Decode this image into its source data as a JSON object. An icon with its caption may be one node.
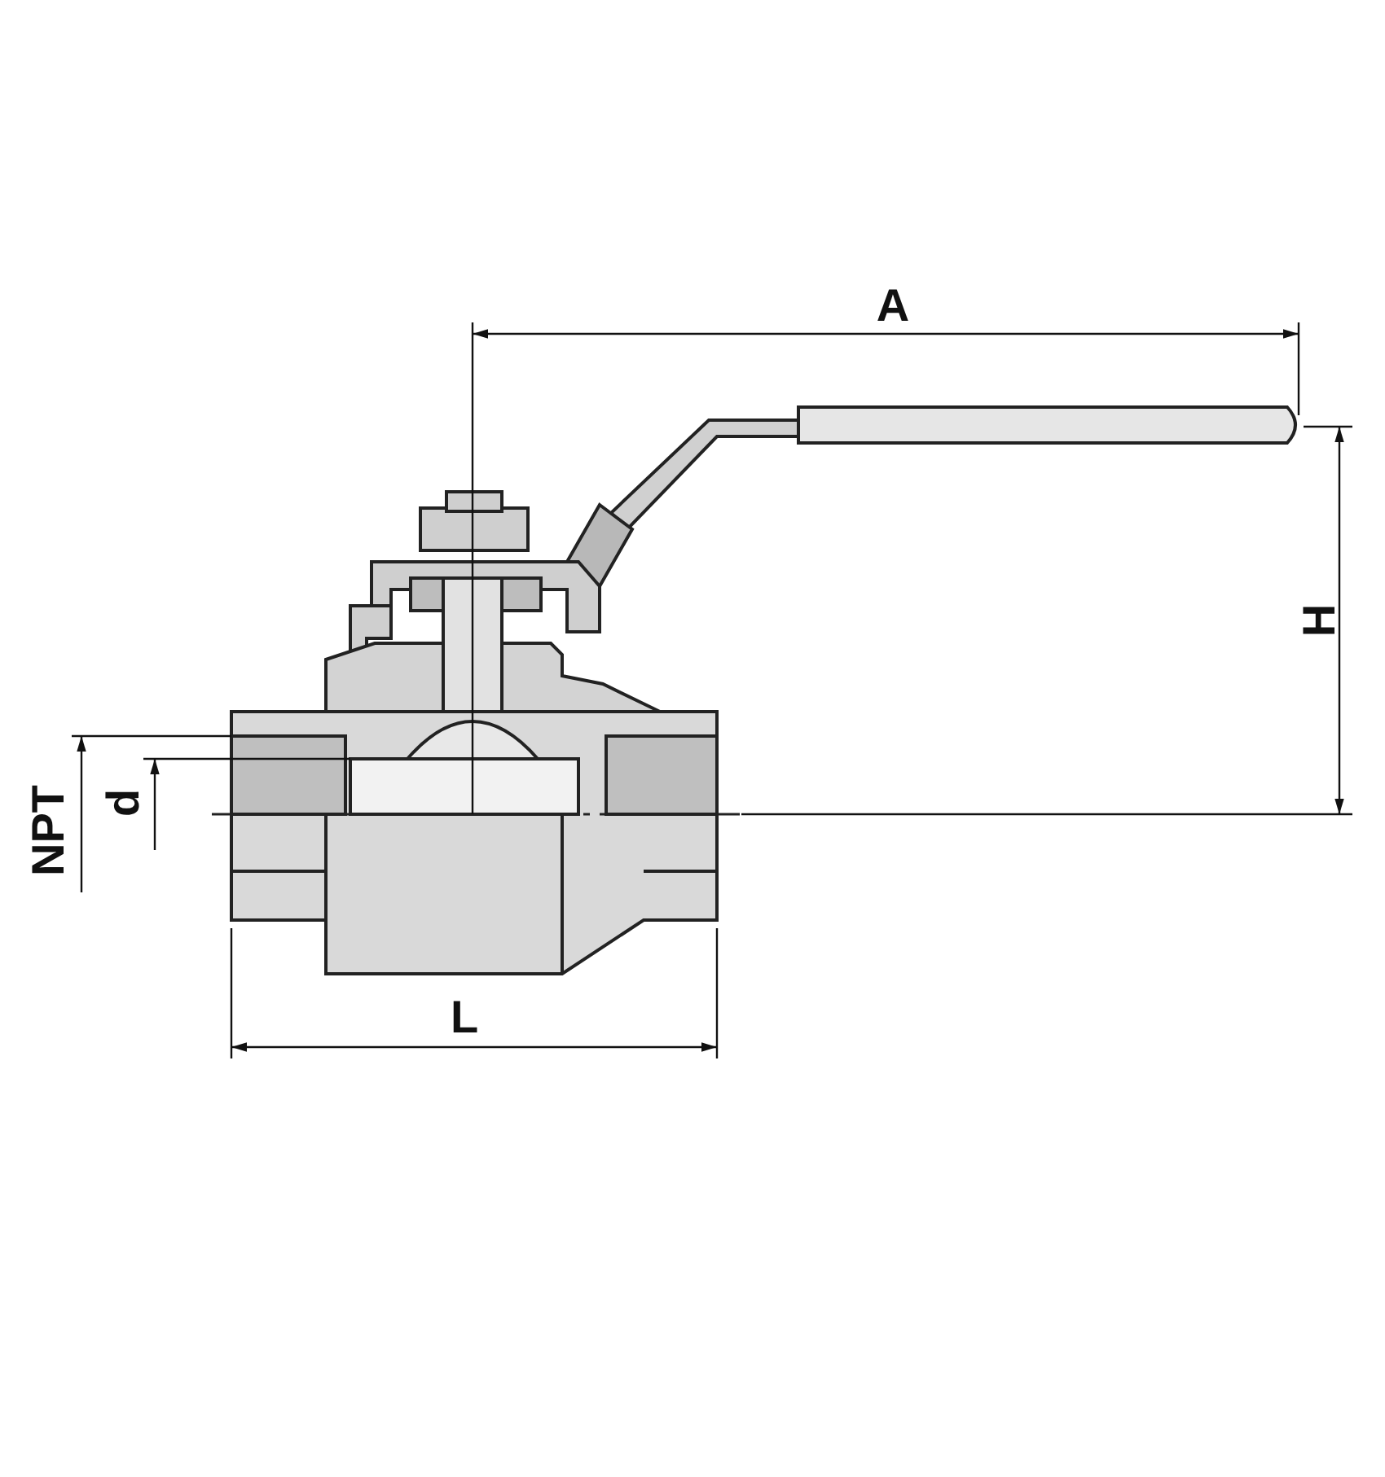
{
  "diagram": {
    "labels": [
      "A",
      "H",
      "NPT",
      "d",
      "L"
    ]
  }
}
